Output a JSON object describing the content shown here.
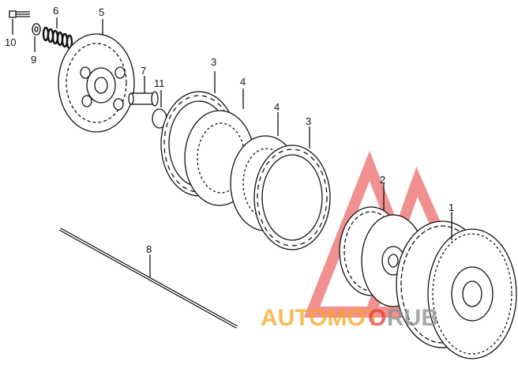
{
  "callouts": [
    {
      "id": "1",
      "text": "1"
    },
    {
      "id": "2",
      "text": "2"
    },
    {
      "id": "3a",
      "text": "3"
    },
    {
      "id": "3b",
      "text": "3"
    },
    {
      "id": "4a",
      "text": "4"
    },
    {
      "id": "4b",
      "text": "4"
    },
    {
      "id": "5",
      "text": "5"
    },
    {
      "id": "6",
      "text": "6"
    },
    {
      "id": "7",
      "text": "7"
    },
    {
      "id": "8",
      "text": "8"
    },
    {
      "id": "9",
      "text": "9"
    },
    {
      "id": "10",
      "text": "10"
    },
    {
      "id": "11",
      "text": "11"
    }
  ],
  "watermark": {
    "part1": "AUTOMOT",
    "part2": "O",
    "part3": "RUB",
    "color_orange": "#f5a623",
    "color_red": "#e53935",
    "color_gray": "#8c8c8c"
  }
}
